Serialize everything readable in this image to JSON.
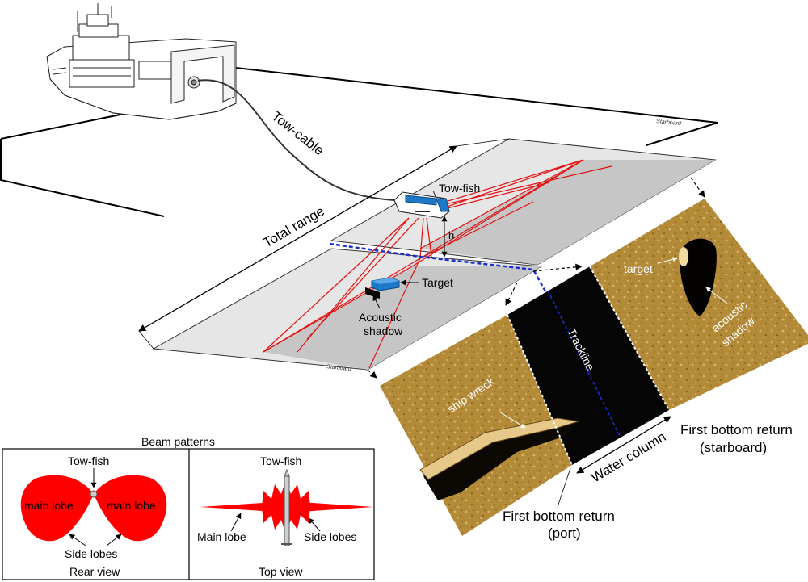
{
  "labels": {
    "tow_cable": "Tow-cable",
    "tow_fish": "Tow-fish",
    "total_range": "Total range",
    "h": "h",
    "target": "Target",
    "acoustic_shadow_1": "Acoustic",
    "acoustic_shadow_2": "shadow",
    "trackline": "Trackline",
    "water_column": "Water column",
    "ship_wreck": "ship wreck",
    "sonar_target": "target",
    "sonar_shadow_1": "acoustic",
    "sonar_shadow_2": "shadow",
    "first_return_starboard_1": "First bottom return",
    "first_return_starboard_2": "(starboard)",
    "first_return_port_1": "First bottom return",
    "first_return_port_2": "(port)",
    "starboard_tag": "Starboard",
    "port_tag": "Starboard"
  },
  "beam_patterns": {
    "title": "Beam patterns",
    "rear_view": {
      "tow_fish": "Tow-fish",
      "main_lobe_left": "main lobe",
      "main_lobe_right": "main lobe",
      "side_lobes": "Side lobes",
      "caption": "Rear view"
    },
    "top_view": {
      "tow_fish": "Tow-fish",
      "main_lobe": "Main lobe",
      "side_lobes": "Side lobes",
      "caption": "Top view"
    }
  },
  "colors": {
    "beam": "#e01010",
    "trackline": "#1a2fd0",
    "lobe": "#ff0000",
    "seabed_light": "#e8e8e8",
    "seabed_dark": "#c4c4c4",
    "sonar_gold": "#b98d3a",
    "towfish_blue": "#1e78c8"
  }
}
